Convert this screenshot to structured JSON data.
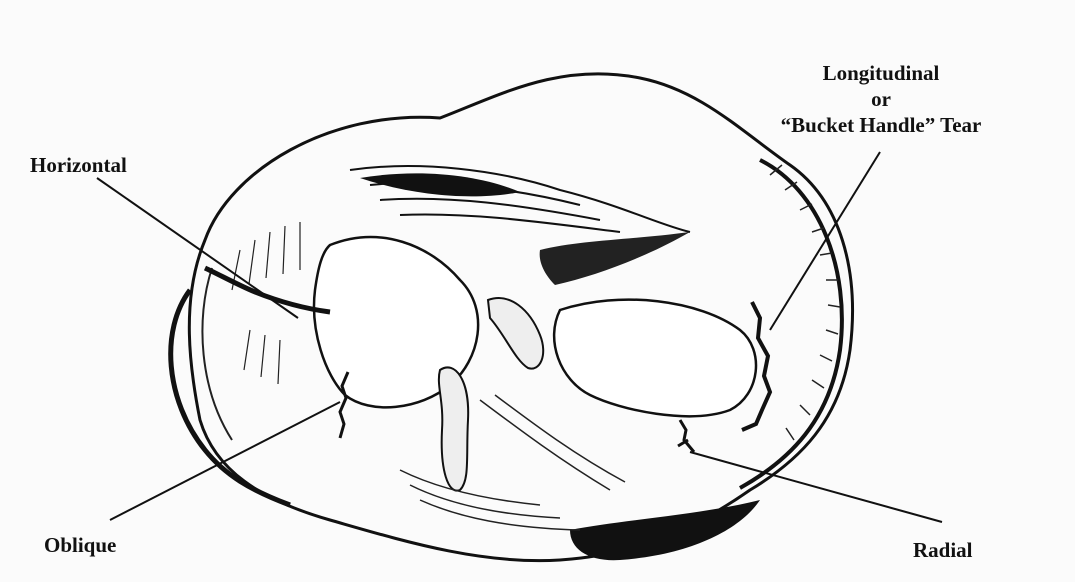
{
  "labels": {
    "longitudinal_line1": "Longitudinal",
    "longitudinal_line2": "or",
    "longitudinal_line3": "“Bucket Handle” Tear",
    "horizontal": "Horizontal",
    "oblique": "Oblique",
    "radial": "Radial"
  },
  "colors": {
    "ink": "#111111",
    "background": "#fbfbfb"
  }
}
